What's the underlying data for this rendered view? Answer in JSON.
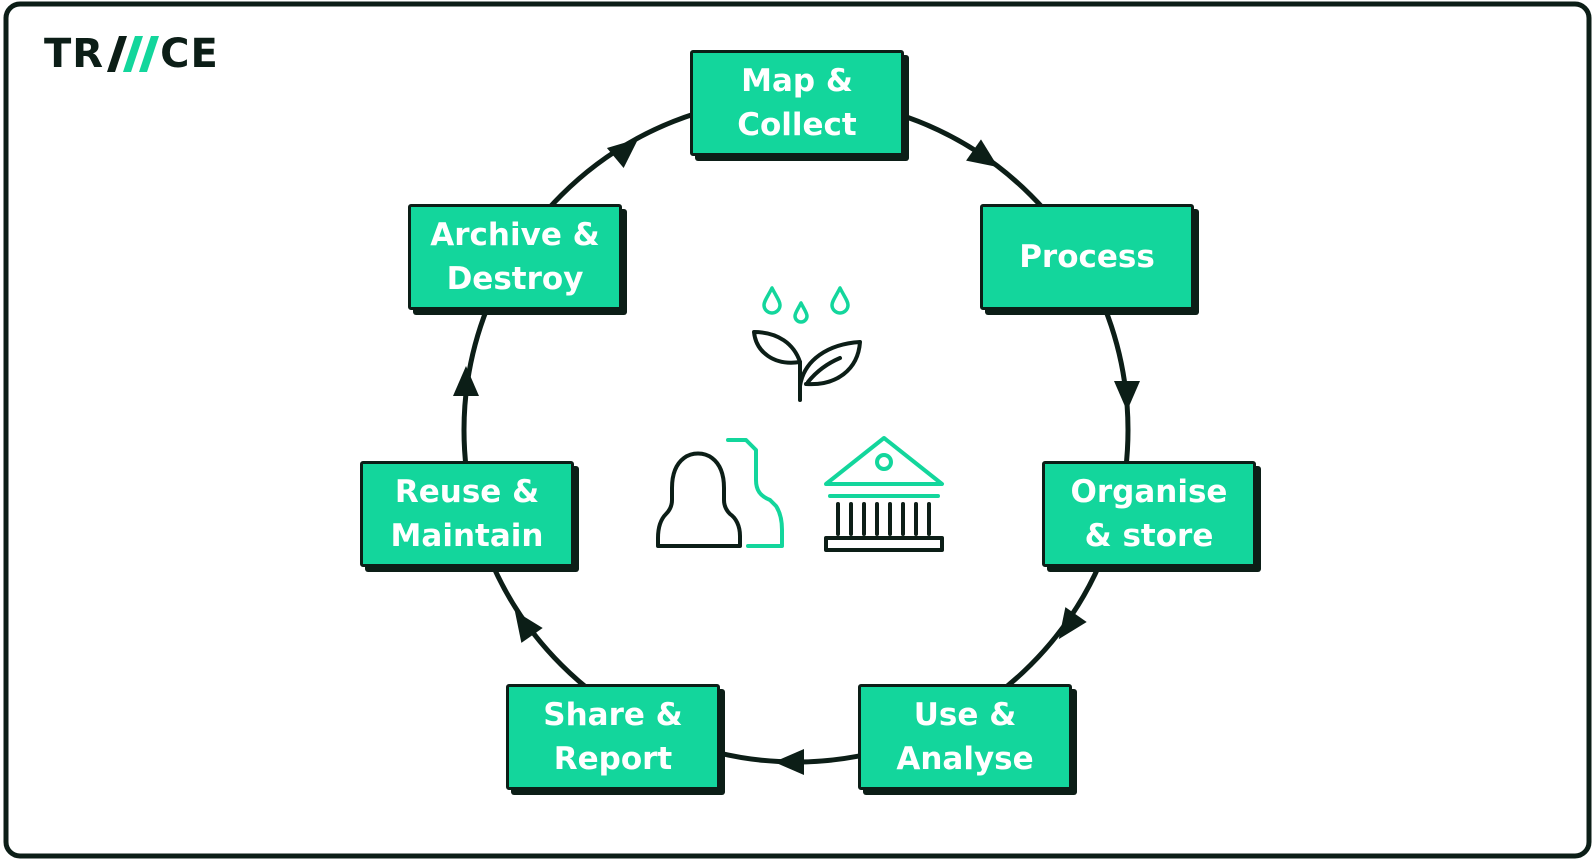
{
  "brand": {
    "logo_prefix": "TR",
    "logo_suffix": "CE",
    "logo_full": "TRACE"
  },
  "colors": {
    "accent": "#13d69c",
    "ink": "#0c1e17",
    "stage_text": "#ffffff",
    "background": "#ffffff"
  },
  "cycle": {
    "stages": [
      "Map &\nCollect",
      "Process",
      "Organise\n& store",
      "Use &\nAnalyse",
      "Share &\nReport",
      "Reuse &\nMaintain",
      "Archive &\nDestroy"
    ]
  },
  "center_icons": [
    "plant-icon",
    "people-icon",
    "institution-icon"
  ]
}
